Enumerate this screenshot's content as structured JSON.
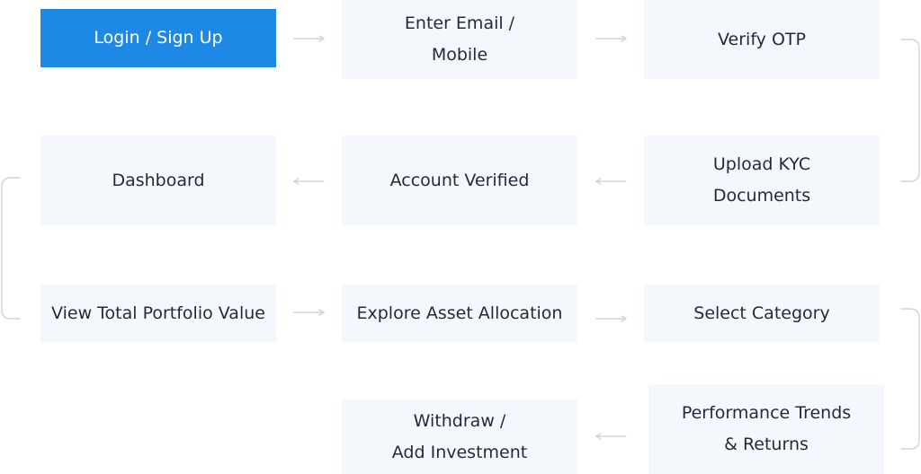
{
  "steps": {
    "login": "Login / Sign Up",
    "enter_email": [
      "Enter Email /",
      "Mobile"
    ],
    "verify_otp": "Verify OTP",
    "upload_kyc": [
      "Upload KYC",
      "Documents"
    ],
    "account_verified": "Account Verified",
    "dashboard": "Dashboard",
    "view_portfolio": "View Total Portfolio Value",
    "explore_allocation": "Explore Asset Allocation",
    "select_category": "Select Category",
    "performance": [
      "Performance Trends",
      "& Returns"
    ],
    "withdraw": [
      "Withdraw /",
      "Add Investment"
    ]
  },
  "colors": {
    "primary": "#1e88e5",
    "box_bg": "#f4f8fd",
    "text": "#1f2a3a",
    "connector": "#cfd4da"
  }
}
